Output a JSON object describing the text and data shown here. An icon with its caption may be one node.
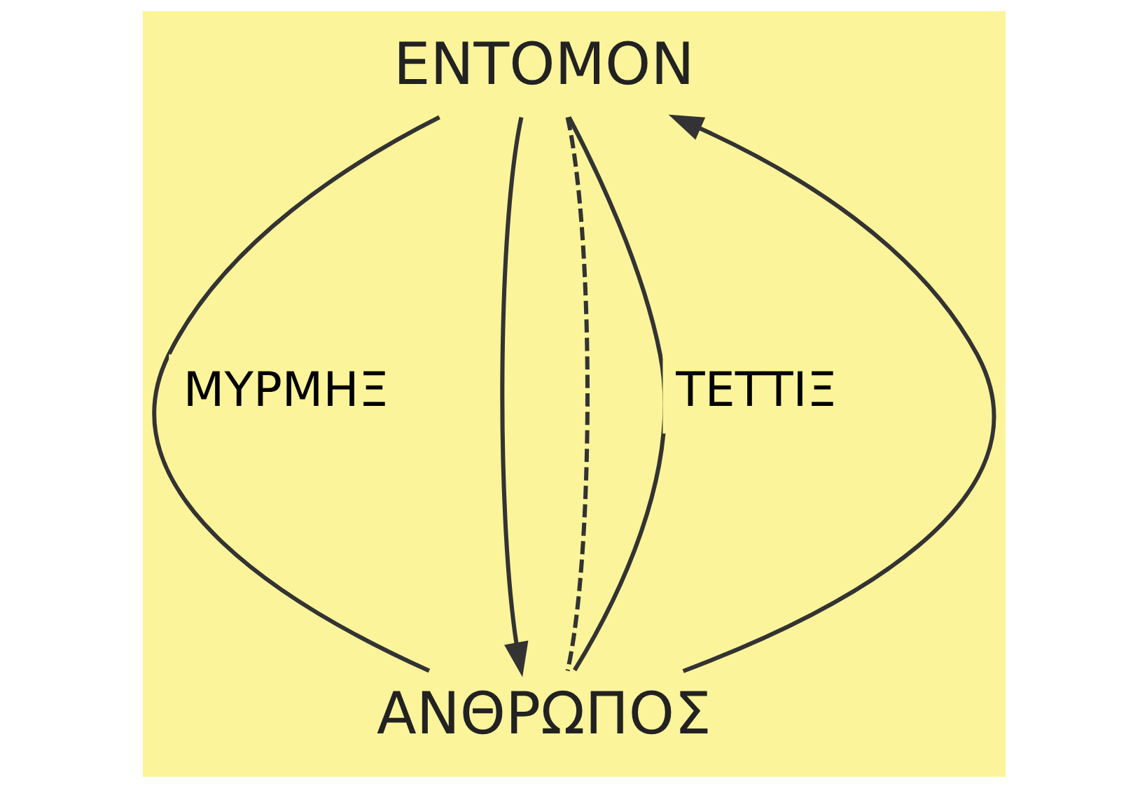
{
  "diagram": {
    "nodes": [
      {
        "text": [
          "ΕΝΤΟΜΟΝ"
        ]
      },
      {
        "text": [
          "ΑΝΘΡΩΠΟΣ"
        ]
      }
    ],
    "edges": [
      {
        "from": 0,
        "to": 1,
        "arrow": "none",
        "label": "ΜΥΡΜΗΞ"
      },
      {
        "from": 0,
        "to": 1,
        "arrow": "to"
      },
      {
        "from": 0,
        "to": 1,
        "arrow": "none",
        "style": "dashed"
      },
      {
        "from": 1,
        "to": 0,
        "arrow": "to"
      },
      {
        "from": 0,
        "to": 1,
        "arrow": "none",
        "label": "ΤΕΤΤΙΞ"
      }
    ]
  }
}
